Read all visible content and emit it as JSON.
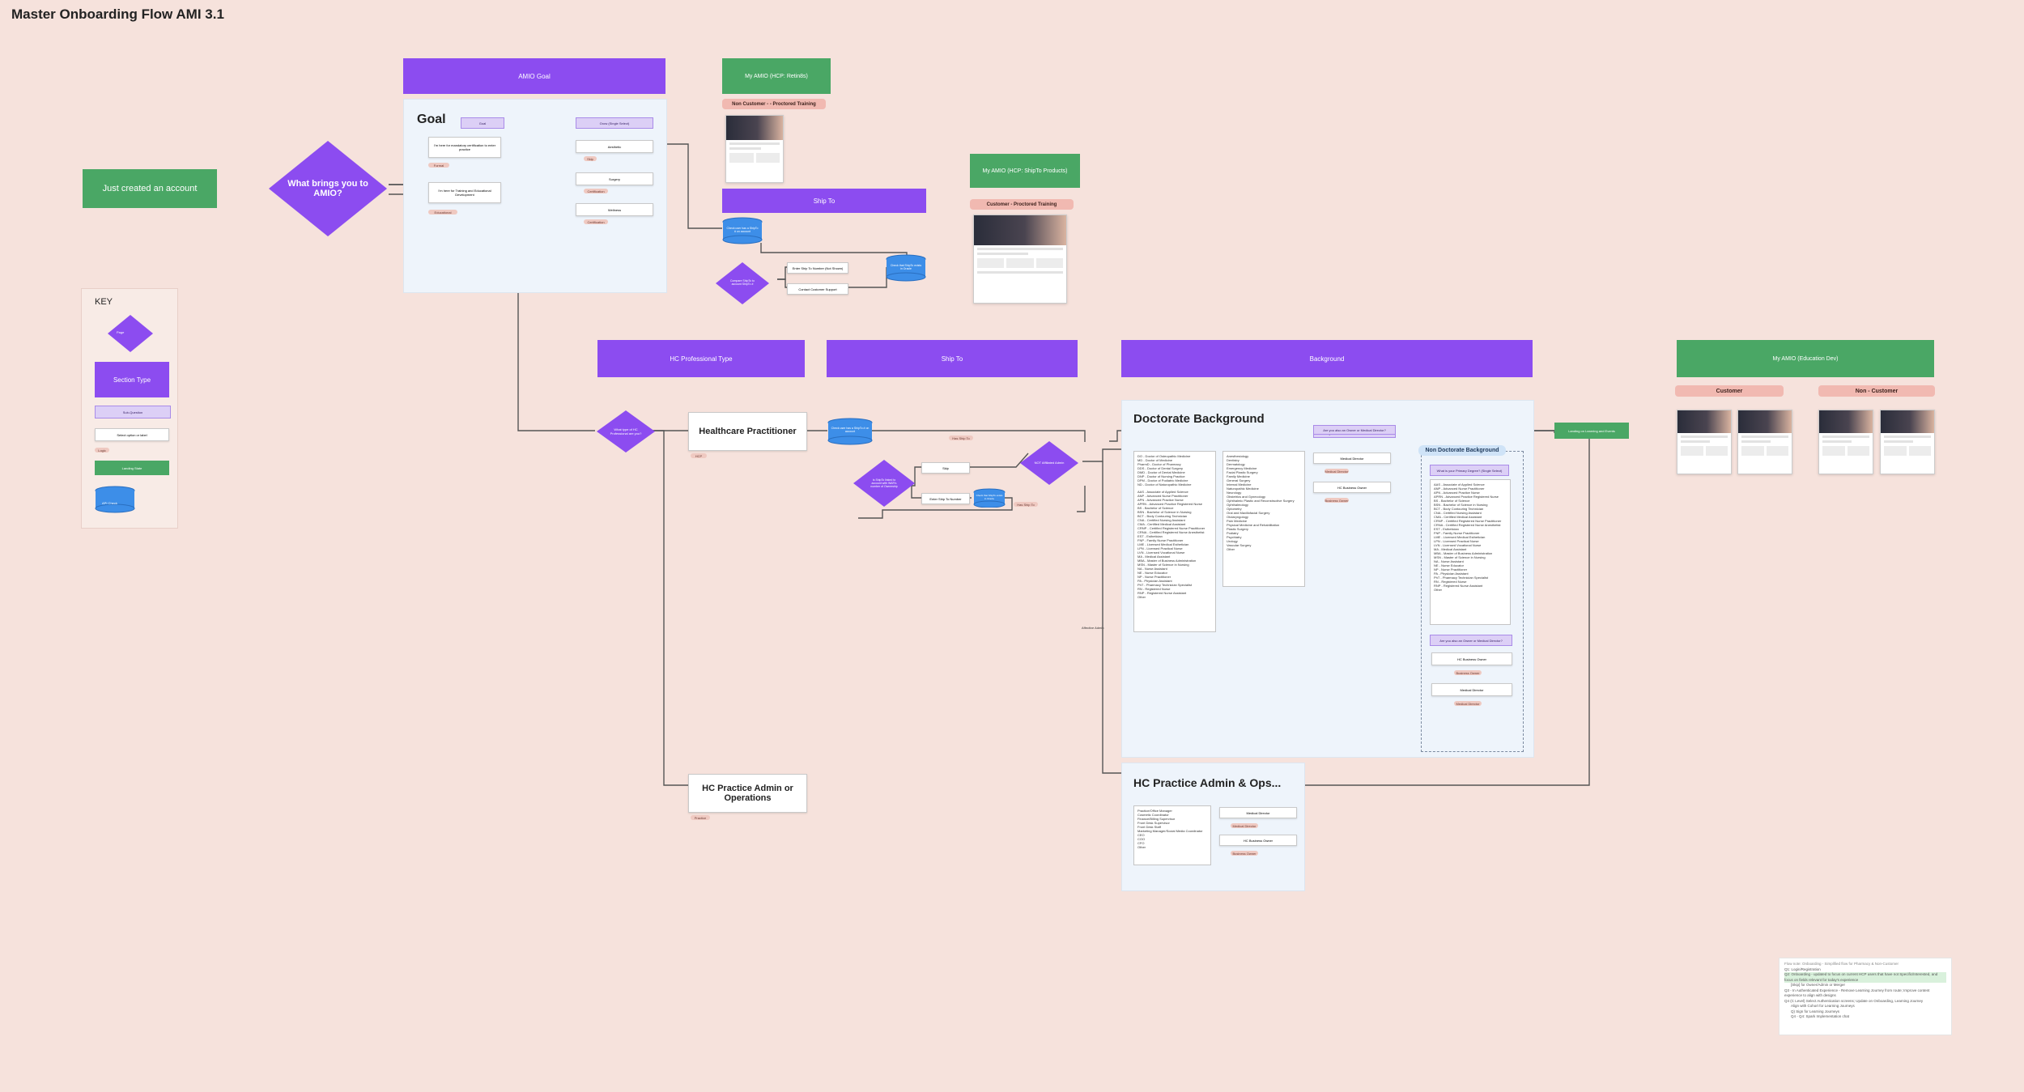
{
  "canvas_title": "Master Onboarding Flow AMI 3.1",
  "start": {
    "label": "Just created an account"
  },
  "key": {
    "title": "KEY",
    "items": [
      "Page",
      "Section Type",
      "Sub-Question",
      "Select option or label",
      "Logic",
      "Landing State",
      "API Check"
    ]
  },
  "main_question": {
    "label": "What brings you to AMIO?"
  },
  "goal_section": {
    "header": "AMIO Goal",
    "panel_title": "Goal",
    "col1_header": "Goal",
    "col2_header": "Grow (Single Select)",
    "options": [
      "I'm here for mandatory certification to enter practice",
      "I'm here for Training and Educational Development"
    ],
    "options_chips": [
      "Formal",
      "Educational"
    ],
    "sub_options": [
      "Aesthetic",
      "Surgery",
      "Wellness"
    ],
    "sub_chips": [
      "Skip",
      "Certification",
      "Certification"
    ]
  },
  "my_amio_skin": {
    "header": "My AMIO (HCP: Retin8s)",
    "tag": "Non Customer - - Proctored Training"
  },
  "my_amio_shipto": {
    "header": "My AMIO (HCP: ShipTo Products)",
    "tag": "Customer - Proctored Training"
  },
  "ship_to_top": {
    "header": "Ship To",
    "api_check": "Check user has a ShipTo # on account",
    "logic": "Compare ShipTo to account ShipTo #",
    "options": [
      "Enter Ship To Number (Not Shown)",
      "Contact Customer Support"
    ],
    "api_check_2": "Check that ShipTo exists in Oracle"
  },
  "row_headers": {
    "hc_professional_type": "HC Professional Type",
    "ship_to": "Ship To",
    "background": "Background",
    "my_amio_edu": "My AMIO (Education Dev)"
  },
  "professional_type": {
    "question": "What type of HC Professional are you?",
    "hcp": "Healthcare Practitioner",
    "hcp_chip": "HCP",
    "admin": "HC Practice Admin or Operations",
    "admin_chip": "Practice"
  },
  "ship_to_mid": {
    "api_check": "Check user has a ShipTo # on account",
    "logic": "Is ShipTo linked to account with WAR's number of Ownership",
    "options": [
      "Skip",
      "Enter Ship To Number"
    ],
    "chips": [
      "Has Ship To",
      "Has Ship To"
    ],
    "api_check_2": "Check that ShipTo exists in Oracle",
    "decision": "NOT Affiliated Admin",
    "edge_label": "Affective Admin"
  },
  "doctorate": {
    "title": "Doctorate Background",
    "question_chip": "Are you also an Owner or Medical Director?",
    "degrees": [
      "DO - Doctor of Osteopathic Medicine",
      "MD - Doctor of Medicine",
      "PharmD - Doctor of Pharmacy",
      "DDS - Doctor of Dental Surgery",
      "DMD - Doctor of Dental Medicine",
      "DNP - Doctor of Nursing Practice",
      "DPM - Doctor of Podiatric Medicine",
      "ND - Doctor of Naturopathic Medicine"
    ],
    "degrees_2": [
      "AAS - Associate of Applied Science",
      "ANP - Advanced Nurse Practitioner",
      "APN - Advanced Practice Nurse",
      "APRN - Advanced Practice Registered Nurse",
      "BS - Bachelor of Science",
      "BSN - Bachelor of Science in Nursing",
      "BCT - Body Contouring Technician",
      "CNA - Certified Nursing Assistant",
      "CMA - Certified Medical Assistant",
      "CRNP - Certified Registered Nurse Practitioner",
      "CRNA - Certified Registered Nurse Anesthetist",
      "EST - Esthetician",
      "FNP - Family Nurse Practitioner",
      "LME - Licensed Medical Esthetician",
      "LPN - Licensed Practical Nurse",
      "LVN - Licensed Vocational Nurse",
      "MA - Medical Assistant",
      "MBA - Master of Business Administration",
      "MSN - Master of Science in Nursing",
      "NA - Nurse Assistant",
      "NE - Nurse Educator",
      "NP - Nurse Practitioner",
      "PA - Physician Assistant",
      "PhT - Pharmacy Technician Specialist",
      "RN - Registered Nurse",
      "RNP - Registered Nurse Assistant",
      "Other"
    ],
    "specialties": [
      "Anesthesiology",
      "Dentistry",
      "Dermatology",
      "Emergency Medicine",
      "Facial Plastic Surgery",
      "Family Medicine",
      "General Surgery",
      "Internal Medicine",
      "Naturopathic Medicine",
      "Neurology",
      "Obstetrics and Gynecology",
      "Ophthalmic Plastic and Reconstructive Surgery",
      "Ophthalmology",
      "Optometry",
      "Oral and Maxillofacial Surgery",
      "Otolaryngology",
      "Pain Medicine",
      "Physical Medicine and Rehabilitation",
      "Plastic Surgery",
      "Podiatry",
      "Psychiatry",
      "Urology",
      "Vascular Surgery",
      "Other"
    ],
    "owner_options": [
      "Medical Director",
      "HC Business Owner"
    ],
    "owner_chips": [
      "Medical Director",
      "Business Owner"
    ],
    "non_doctorate": {
      "title": "Non Doctorate Background",
      "question": "What is your Primary Degree? (Single Select)",
      "question_2": "Are you also an Owner or Medical Director?",
      "options": [
        "HC Business Owner",
        "Medical Director"
      ],
      "chips": [
        "Business Owner",
        "Medical Director"
      ]
    }
  },
  "admin_section": {
    "title": "HC Practice Admin & Ops...",
    "roles": [
      "Practice/Office Manager",
      "Cosmetic Coordinator",
      "Finance/Billing Supervisor",
      "Front Desk Supervisor",
      "Front Desk Staff",
      "Marketing Manager/Social Media Coordinator",
      "CEO",
      "COO",
      "CFO",
      "Other"
    ],
    "options": [
      "Medical Director",
      "HC Business Owner"
    ],
    "chips": [
      "Medical Director",
      "Business Owner"
    ]
  },
  "landing": {
    "label": "Landing on Learning and Events"
  },
  "edu_tags": [
    "Customer",
    "Non - Customer"
  ],
  "notes": {
    "heading": "Flow note: Onboarding - Simplified flow for Pharmacy & Non-Customer",
    "lines": [
      "Q1: Login/Registration",
      "Q2: Onboarding - updated to focus on current HCP users that have not Specific/Interested, and focus on fields relevant for today's experience",
      "[Skip] for Owner/Admin or Merger",
      "Q3 - In Authenticated Experience - Remove Learning Journey from route; Improve content experience to align with designs",
      "Q4 (C Level) Select Authentication screens; Update on Onboarding, Learning Journey",
      "Align with Cohort for Learning Journeys",
      "Q) Sign for Learning Journeys",
      "Q4 - Q4: Spark Implementation chat"
    ]
  },
  "colors": {
    "background": "#f6e2dc",
    "purple": "#8c4cf0",
    "green": "#4aa765",
    "blue": "#3d8ee8",
    "panel": "#eef4fb",
    "tag_pink": "#f1b9b1"
  }
}
